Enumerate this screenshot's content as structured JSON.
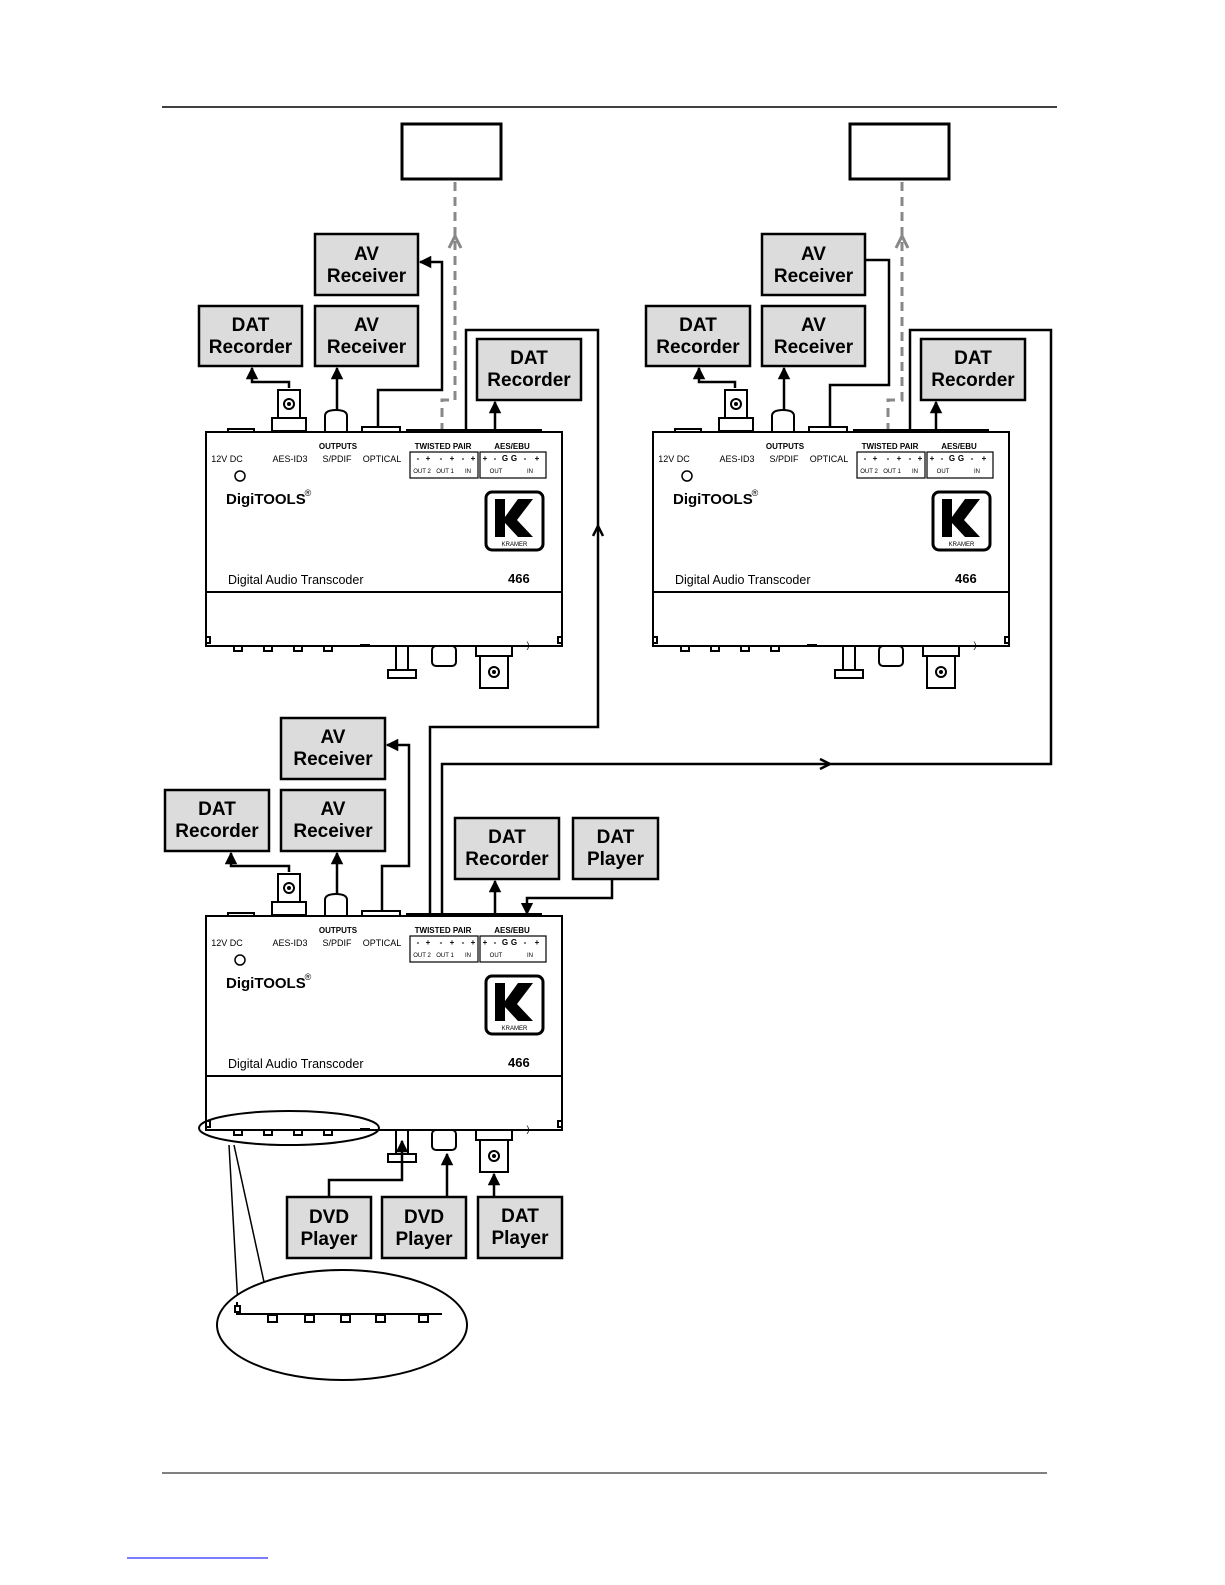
{
  "boxes": {
    "av_receiver": "AV\nReceiver",
    "dat_recorder": "DAT\nRecorder",
    "dat_player": "DAT\nPlayer",
    "dvd_player": "DVD\nPlayer"
  },
  "device": {
    "brand": "DigiTOOLS",
    "brand_mark": "®",
    "name": "Digital Audio Transcoder",
    "model": "466",
    "logo_text": "KRAMER",
    "labels": {
      "power": "12V DC",
      "outputs": "OUTPUTS",
      "aes_id3": "AES-ID3",
      "spdif": "S/PDIF",
      "optical": "OPTICAL",
      "twisted_pair": "TWISTED PAIR",
      "aes_ebu": "AES/EBU",
      "out2": "OUT 2",
      "out1": "OUT 1",
      "in": "IN",
      "out": "OUT",
      "minus": "-",
      "plus": "+",
      "ground": "G"
    }
  }
}
